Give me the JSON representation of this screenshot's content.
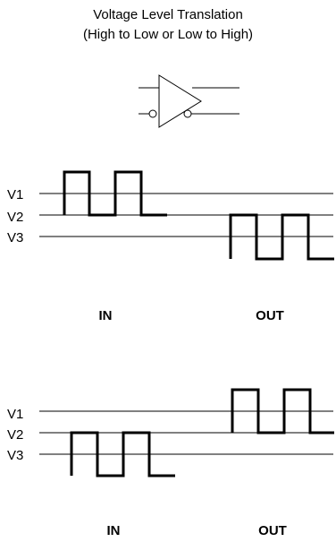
{
  "title": {
    "line1": "Voltage Level Translation",
    "line2": "(High to Low or Low to High)"
  },
  "panel_top": {
    "levels": [
      "V1",
      "V2",
      "V3"
    ],
    "in_label": "IN",
    "out_label": "OUT"
  },
  "panel_bottom": {
    "levels": [
      "V1",
      "V2",
      "V3"
    ],
    "in_label": "IN",
    "out_label": "OUT"
  },
  "colors": {
    "stroke": "#000000",
    "background": "#ffffff"
  }
}
